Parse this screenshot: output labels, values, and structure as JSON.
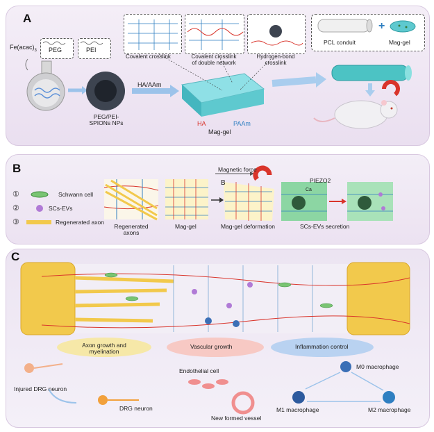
{
  "panelA": {
    "label": "A",
    "fe_label": "Fe(acac)",
    "fe_sub": "3",
    "peg_label": "PEG",
    "pei_label": "PEI",
    "nps_label_1": "PEG/PEI-",
    "nps_label_2": "SPIONs NPs",
    "arrow_label": "HA/AAm",
    "gel_label": "Mag-gel",
    "ha_label": "HA",
    "paam_label": "PAAm",
    "covalent_label": "Covalent crosslink",
    "double_label_1": "Covalent crosslink",
    "double_label_2": "of double network",
    "hbond_label_1": "Hydrogen-bond",
    "hbond_label_2": "crosslink",
    "pcl_label": "PCL conduit",
    "plus": "+",
    "maggel_label": "Mag-gel"
  },
  "panelB": {
    "label": "B",
    "legend": [
      {
        "num": "①",
        "text": "Schwann cell"
      },
      {
        "num": "②",
        "text": "SCs-EVs"
      },
      {
        "num": "③",
        "text": "Regenerated axon"
      }
    ],
    "regen_axons_1": "Regenerated",
    "regen_axons_2": "axons",
    "maggel": "Mag-gel",
    "magnetic_force": "Magnetic force",
    "b_vector": "B",
    "deformation": "Mag-gel deformation",
    "piezo": "PIEZO2",
    "ca": "Ca",
    "secretion": "SCs-EVs secretion"
  },
  "panelC": {
    "label": "C",
    "axon_growth_1": "Axon growth and",
    "axon_growth_2": "myelination",
    "vascular": "Vascular growth",
    "inflammation": "Inflammation control",
    "injured_drg": "Injured DRG neuron",
    "drg": "DRG neuron",
    "endothelial": "Endothelial cell",
    "new_vessel": "New formed vessel",
    "m0": "M0 macrophage",
    "m1": "M1 macrophage",
    "m2": "M2 macrophage"
  },
  "colors": {
    "accent_red": "#d9342b",
    "accent_blue": "#2f7fc1",
    "gel_cyan": "#5ec9cf",
    "axon_yellow": "#f2c94c",
    "schwann_green": "#79c472",
    "ev_purple": "#b07ad6"
  }
}
